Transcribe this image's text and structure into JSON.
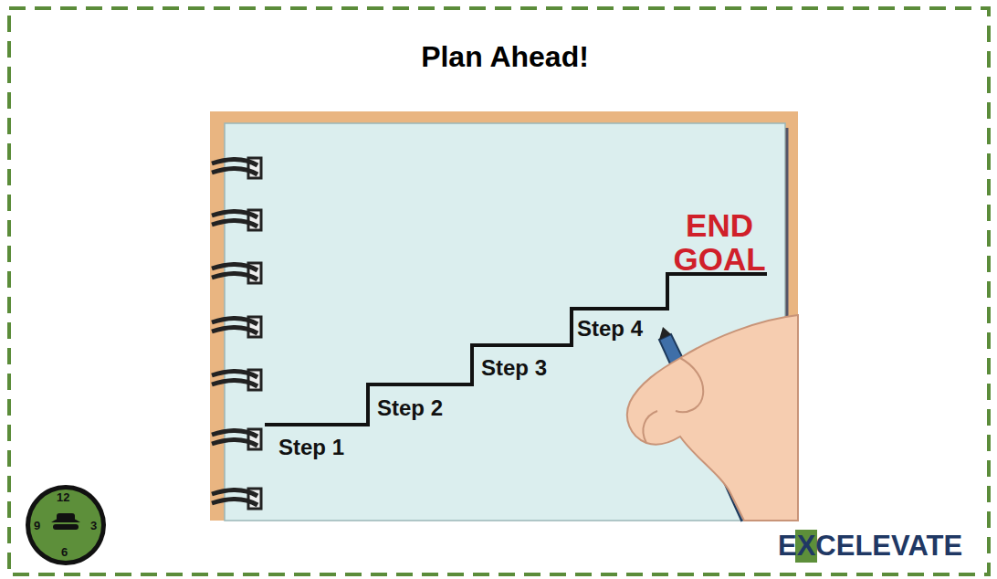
{
  "diagram": {
    "title": "Plan Ahead!",
    "labels": [
      "Step 1",
      "Step 2",
      "Step 3",
      "Step 4",
      "END GOAL",
      "12",
      "3",
      "6",
      "9",
      "EXCELEVATE"
    ]
  }
}
